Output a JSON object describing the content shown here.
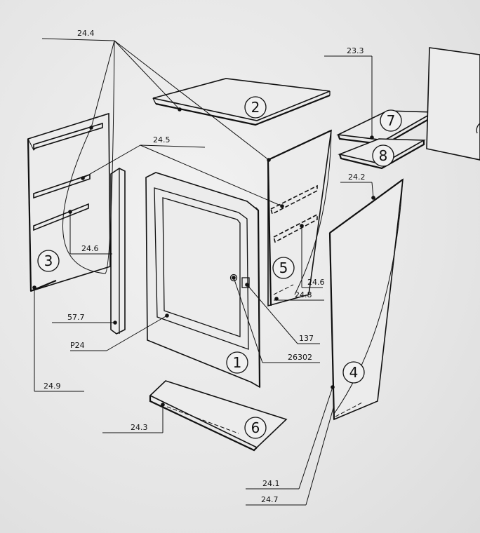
{
  "parts": [
    {
      "id": "door",
      "number": "1"
    },
    {
      "id": "top",
      "number": "2"
    },
    {
      "id": "left-side",
      "number": "3"
    },
    {
      "id": "back",
      "number": "4"
    },
    {
      "id": "right-side",
      "number": "5"
    },
    {
      "id": "bottom",
      "number": "6"
    },
    {
      "id": "shelf-upper",
      "number": "7"
    },
    {
      "id": "shelf-lower",
      "number": "8"
    }
  ],
  "references": [
    {
      "id": "r24-4",
      "code": "24.4"
    },
    {
      "id": "r23-3",
      "code": "23.3"
    },
    {
      "id": "r24-5",
      "code": "24.5"
    },
    {
      "id": "r24-2",
      "code": "24.2"
    },
    {
      "id": "r24-6-left",
      "code": "24.6"
    },
    {
      "id": "r24-6-right",
      "code": "24.6"
    },
    {
      "id": "r24-8",
      "code": "24.8"
    },
    {
      "id": "r57-7",
      "code": "57.7"
    },
    {
      "id": "r137",
      "code": "137"
    },
    {
      "id": "rp24",
      "code": "P24"
    },
    {
      "id": "r26302",
      "code": "26302"
    },
    {
      "id": "r24-9",
      "code": "24.9"
    },
    {
      "id": "r24-3",
      "code": "24.3"
    },
    {
      "id": "r24-1",
      "code": "24.1"
    },
    {
      "id": "r24-7",
      "code": "24.7"
    }
  ]
}
